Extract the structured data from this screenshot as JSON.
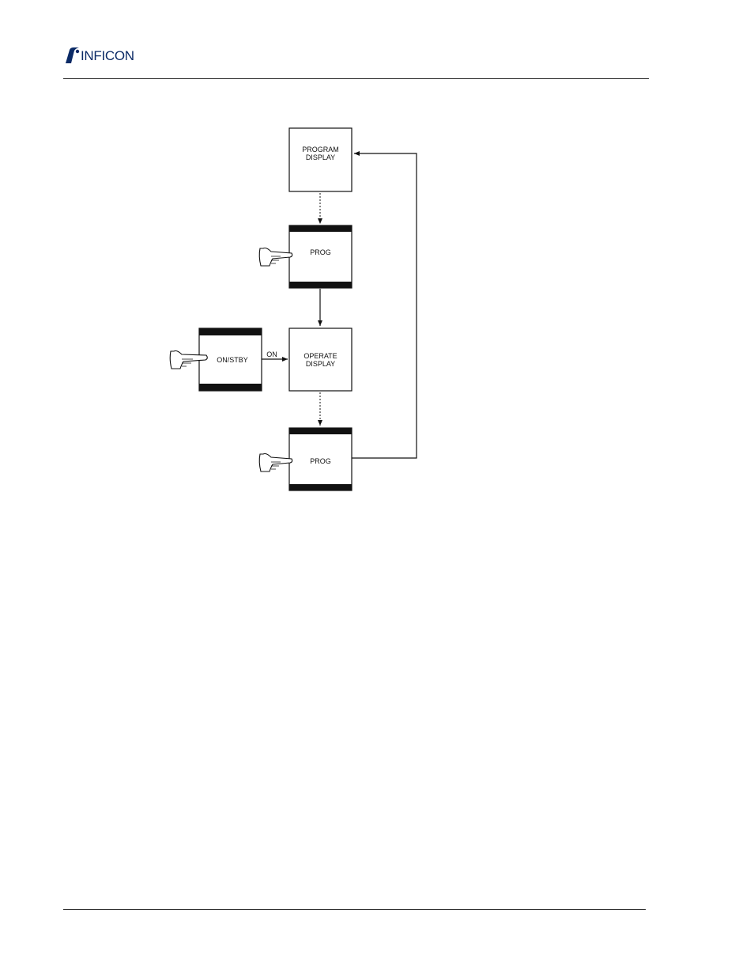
{
  "header": {
    "brand": "INFICON"
  },
  "diagram": {
    "program_display": [
      "PROGRAM",
      "DISPLAY"
    ],
    "prog_key_top": "PROG",
    "onstby_key": "ON/STBY",
    "on_label": "ON",
    "operate_display": [
      "OPERATE",
      "DISPLAY"
    ],
    "prog_key_bottom": "PROG"
  }
}
